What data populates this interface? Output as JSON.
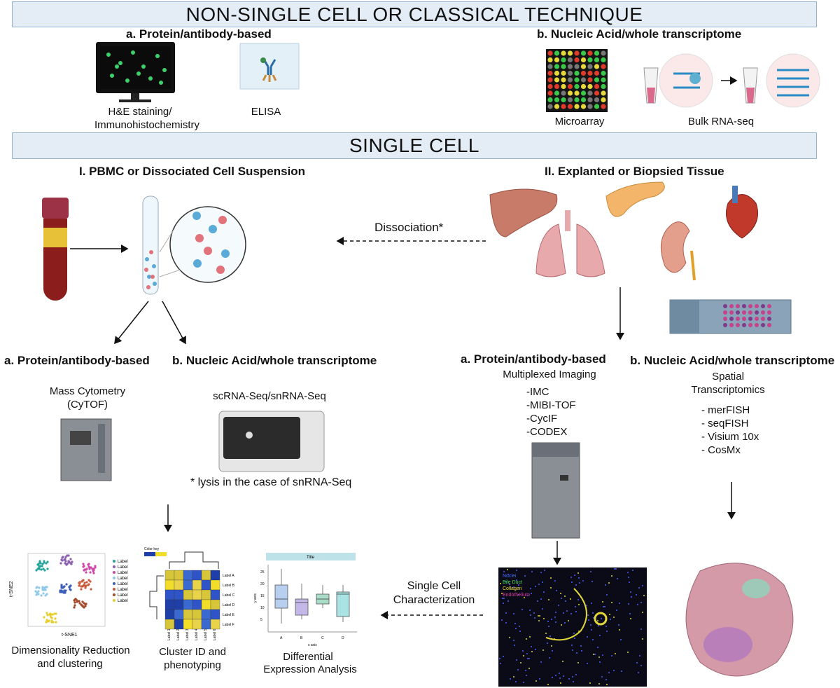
{
  "top_banner": "NON-SINGLE CELL OR CLASSICAL TECHNIQUE",
  "top": {
    "a_heading": "a. Protein/antibody-based",
    "b_heading": "b. Nucleic Acid/whole transcriptome",
    "he_label_1": "H&E staining/",
    "he_label_2": "Immunohistochemistry",
    "elisa_label": "ELISA",
    "microarray_label": "Microarray",
    "bulk_label": "Bulk RNA-seq"
  },
  "mid_banner": "SINGLE CELL",
  "left": {
    "heading": "I. PBMC or Dissociated Cell Suspension",
    "a_heading": "a. Protein/antibody-based",
    "b_heading": "b. Nucleic Acid/whole transcriptome",
    "cytof_1": "Mass Cytometry",
    "cytof_2": "(CyTOF)",
    "scrna": "scRNA-Seq/snRNA-Seq",
    "lysis_note": "* lysis in the case of snRNA-Seq"
  },
  "right": {
    "heading": "II. Explanted or Biopsied Tissue",
    "dissociation": "Dissociation*",
    "a_heading": "a. Protein/antibody-based",
    "b_heading": "b. Nucleic Acid/whole transcriptome",
    "multiplexed": "Multiplexed Imaging",
    "imaging_methods": [
      "-IMC",
      "-MIBI-TOF",
      "-CycIF",
      "-CODEX"
    ],
    "spatial_1": "Spatial",
    "spatial_2": "Transcriptomics",
    "spatial_methods": [
      "- merFISH",
      "- seqFISH",
      "- Visium 10x",
      "- CosMx"
    ]
  },
  "bottom": {
    "dimred_1": "Dimensionality Reduction",
    "dimred_2": "and clustering",
    "cluster_1": "Cluster ID and",
    "cluster_2": "phenotyping",
    "diffexp_1": "Differential",
    "diffexp_2": "Expression Analysis",
    "sc_char_1": "Single Cell",
    "sc_char_2": "Characterization",
    "tsne_x": "t-SNE1",
    "tsne_y": "t-SNE2",
    "tsne_legend": [
      "Label",
      "Label",
      "Label",
      "Label",
      "Label",
      "Label",
      "Label",
      "Label"
    ],
    "heatmap_key": "Color key",
    "heatmap_rows": [
      "Label A",
      "Label B",
      "Label C",
      "Label D",
      "Label E",
      "Label F"
    ],
    "heatmap_cols": [
      "Label 1",
      "Label 2",
      "Label 3",
      "Label 4",
      "Label 5",
      "Label 6"
    ],
    "boxplot_title": "Title",
    "boxplot_x": "x axis",
    "boxplot_y": "y axis",
    "boxplot_cats": [
      "A",
      "B",
      "C",
      "D"
    ],
    "boxplot_yticks": [
      "25",
      "20",
      "15",
      "10",
      "5"
    ],
    "tissue_legend": [
      "Nuclei",
      "Bile Duct",
      "Collagen",
      "Endothelium"
    ]
  },
  "colors": {
    "banner_fill": "#e4edf6",
    "banner_border": "#97b2cc",
    "blood": "#8b1d1d",
    "organ_pink": "#e8a9ad",
    "liver": "#c97b6a"
  }
}
